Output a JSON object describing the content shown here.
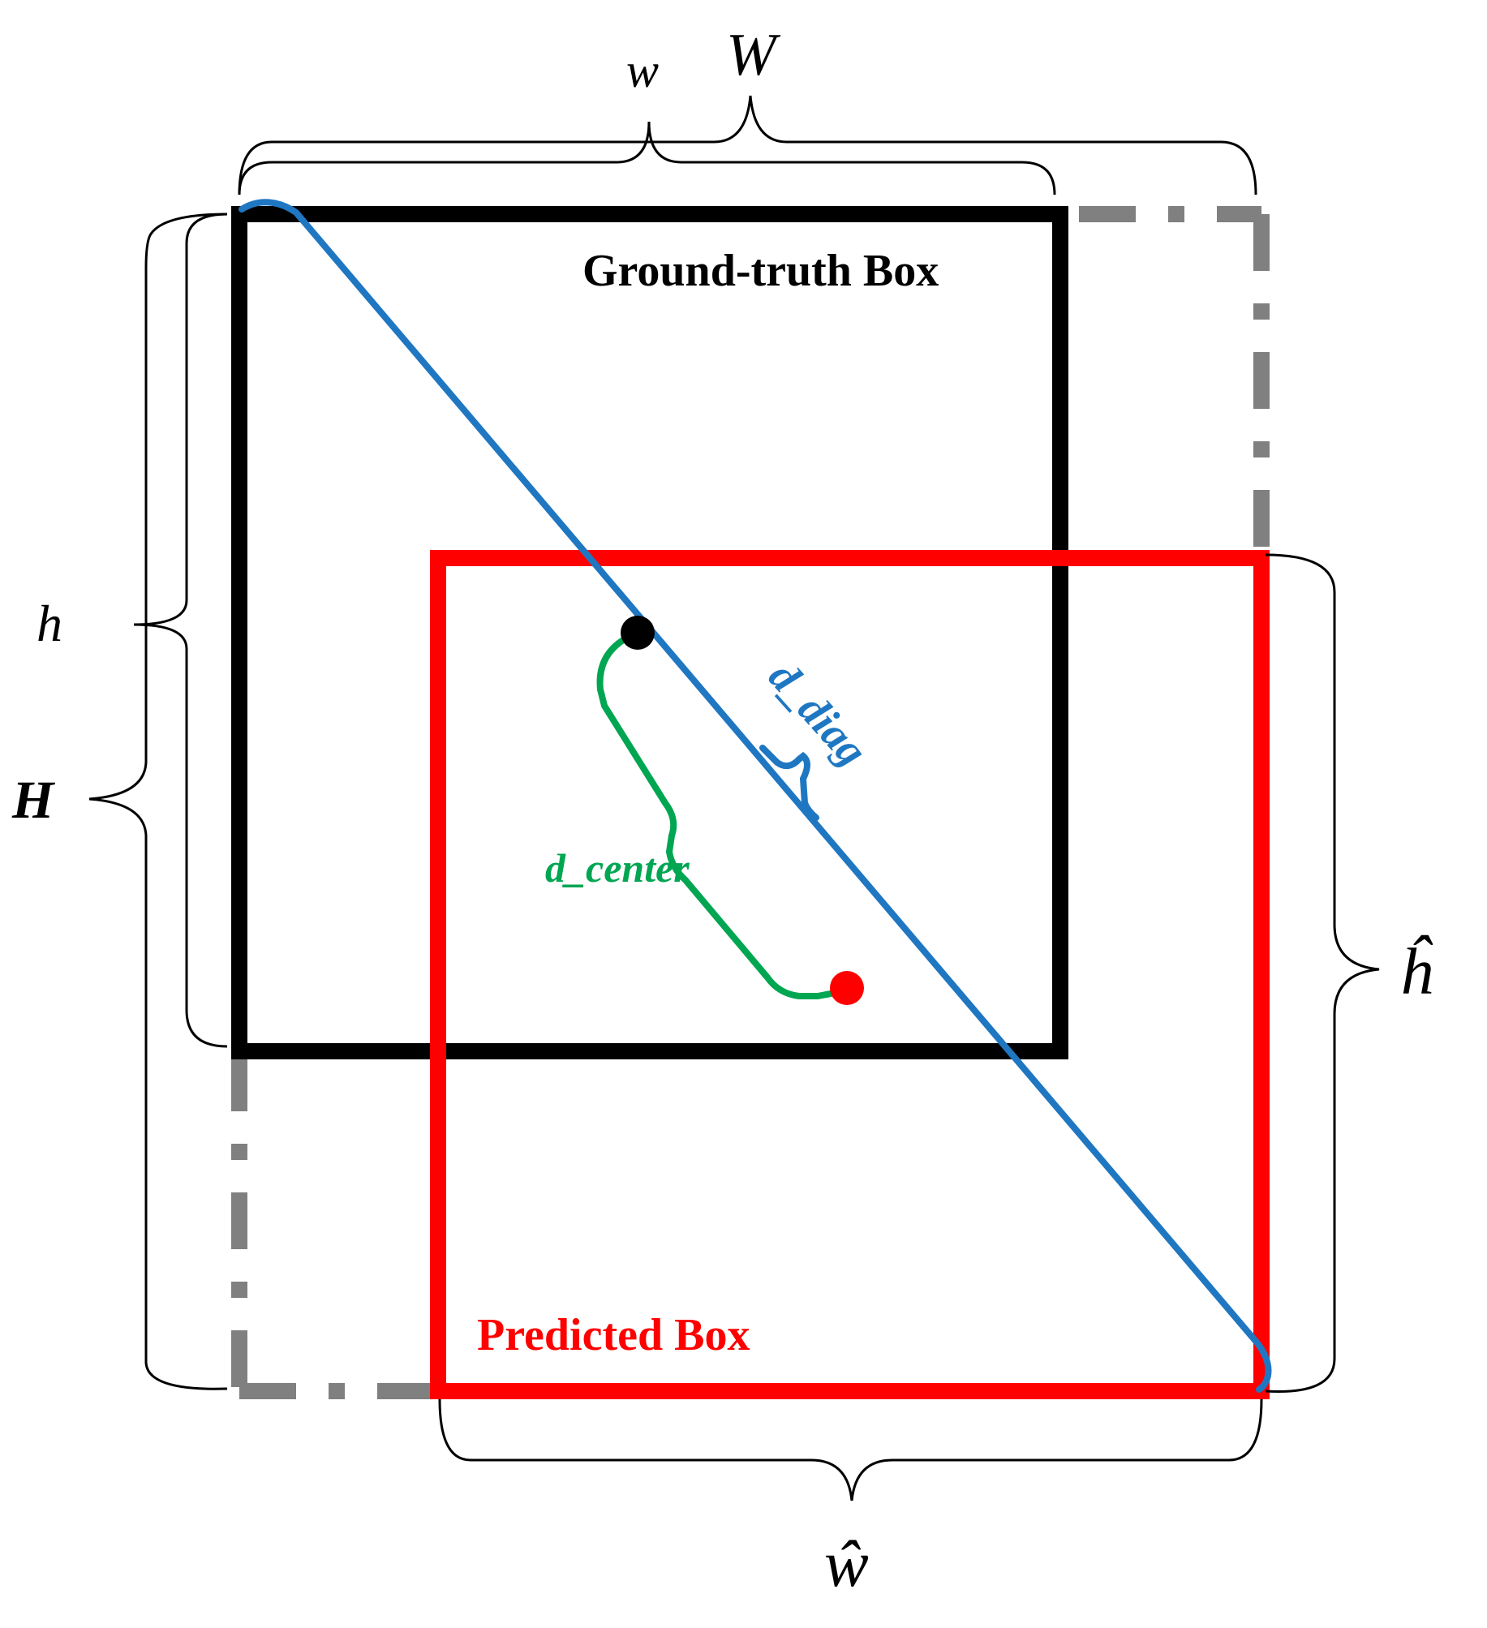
{
  "labels": {
    "ground_truth": "Ground-truth Box",
    "predicted": "Predicted Box",
    "d_diag": "d_diag",
    "d_center": "d_center",
    "w": "w",
    "W": "W",
    "h": "h",
    "H": "H",
    "w_hat": "ŵ",
    "h_hat": "ĥ"
  },
  "colors": {
    "ground_truth": "#000000",
    "predicted": "#ff0000",
    "enclosing": "#808080",
    "diagonal": "#1f77c2",
    "center_link": "#00a651",
    "gt_center": "#000000",
    "pred_center": "#ff0000"
  }
}
